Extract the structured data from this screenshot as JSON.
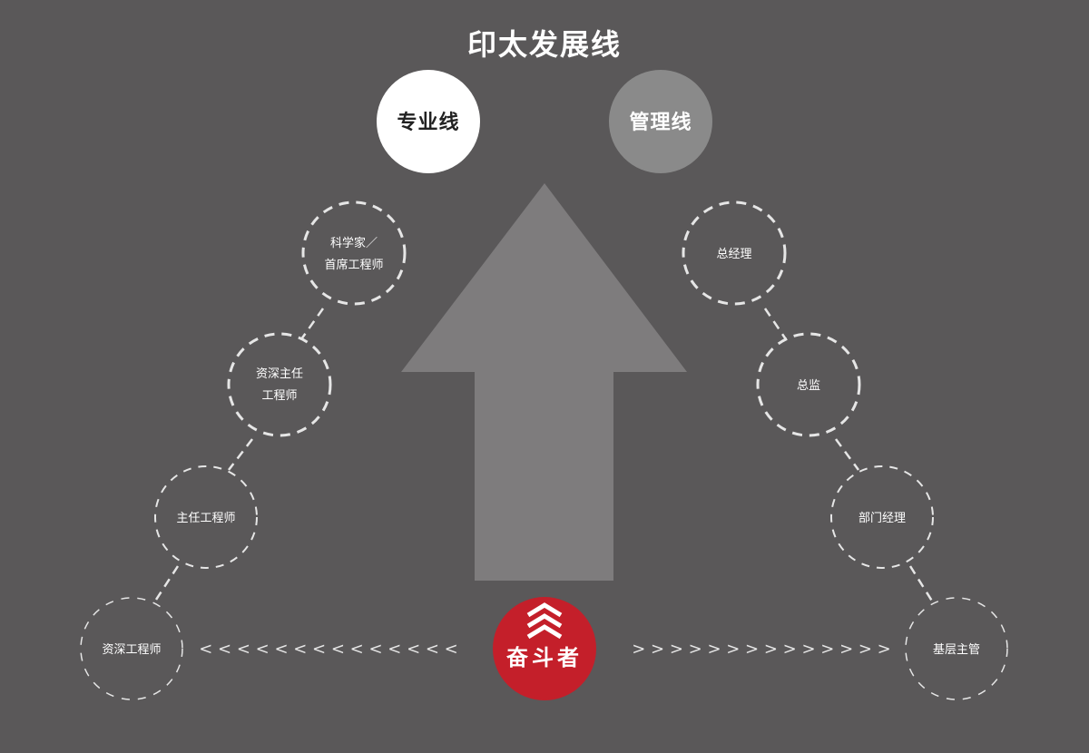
{
  "title": "印太发展线",
  "tracks": {
    "professional": "专业线",
    "management": "管理线"
  },
  "core": {
    "label": "奋斗者",
    "icon": "triple-chevron-up-icon"
  },
  "professional_nodes": [
    {
      "lines": [
        "科学家／",
        "首席工程师"
      ]
    },
    {
      "lines": [
        "资深主任",
        "工程师"
      ]
    },
    {
      "lines": [
        "主任工程师"
      ]
    },
    {
      "lines": [
        "资深工程师"
      ]
    }
  ],
  "management_nodes": [
    {
      "lines": [
        "总经理"
      ]
    },
    {
      "lines": [
        "总监"
      ]
    },
    {
      "lines": [
        "部门经理"
      ]
    },
    {
      "lines": [
        "基层主管"
      ]
    }
  ],
  "paths": {
    "left_chevrons": "< < < < < < < < < < < < < <",
    "right_chevrons": "> > > > > > > > > > > > > >"
  },
  "colors": {
    "background": "#5a5859",
    "arrow": "#7e7c7d",
    "professional_circle": "#ffffff",
    "management_circle": "#8a8a8a",
    "core_circle": "#c41f2a",
    "dashed": "#e6e6e6"
  }
}
